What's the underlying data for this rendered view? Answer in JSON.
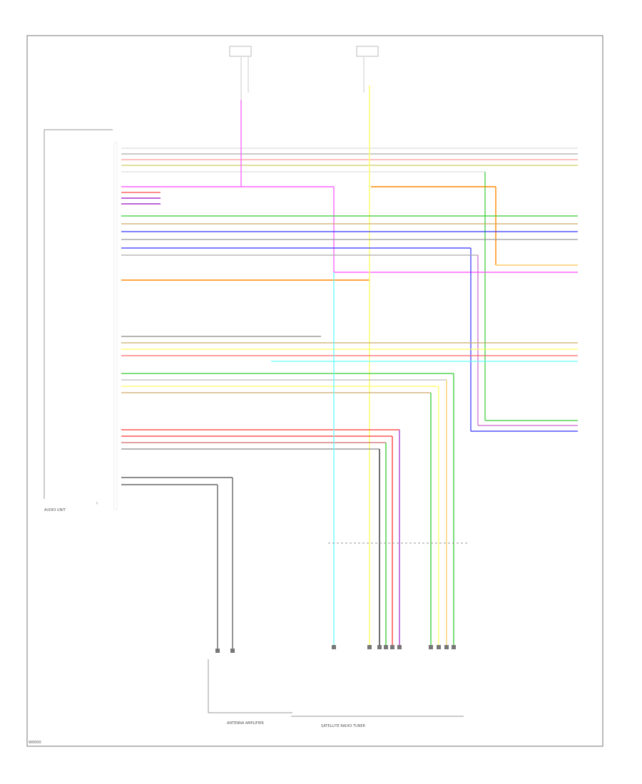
{
  "footer_code": "W0000",
  "module_label": "AUDIO UNIT",
  "bottom_left_box_label": "ANTENNA AMPLIFIER",
  "bottom_center_box_label": "SATELLITE RADIO TUNER",
  "colors": {
    "frame": "#777777",
    "wire_pink": "#ff66ff",
    "wire_yellow": "#ffff66",
    "wire_orange": "#ff8800",
    "wire_green": "#33cc33",
    "wire_blue": "#3333ff",
    "wire_red": "#ff3333",
    "wire_purple": "#aa33cc",
    "wire_black": "#222222",
    "wire_cyan": "#66ffff",
    "wire_gray": "#aaaaaa"
  }
}
